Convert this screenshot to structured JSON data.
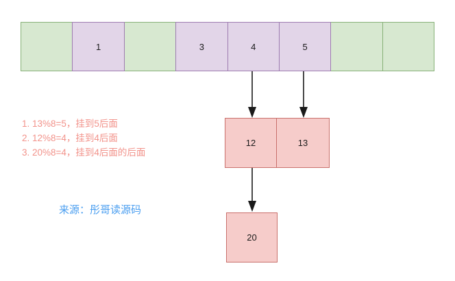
{
  "diagram": {
    "title": "HashMap hash collision chaining diagram",
    "colors": {
      "empty_cell_fill": "#d7e8d0",
      "empty_cell_border": "#86b077",
      "filled_cell_fill": "#e2d5e8",
      "filled_cell_border": "#9d7bb0",
      "node_fill": "#f6ccca",
      "node_border": "#c96f6b",
      "note_text": "#f2928a",
      "source_text": "#4a9ef0",
      "arrow": "#1a1a1a"
    },
    "array": {
      "cells": [
        {
          "index": 0,
          "label": "",
          "state": "empty"
        },
        {
          "index": 1,
          "label": "1",
          "state": "filled"
        },
        {
          "index": 2,
          "label": "",
          "state": "empty"
        },
        {
          "index": 3,
          "label": "3",
          "state": "filled"
        },
        {
          "index": 4,
          "label": "4",
          "state": "filled"
        },
        {
          "index": 5,
          "label": "5",
          "state": "filled"
        },
        {
          "index": 6,
          "label": "",
          "state": "empty"
        },
        {
          "index": 7,
          "label": "",
          "state": "empty"
        }
      ]
    },
    "nodes": [
      {
        "id": "node-12",
        "label": "12"
      },
      {
        "id": "node-13",
        "label": "13"
      },
      {
        "id": "node-20",
        "label": "20"
      }
    ],
    "arrows": [
      {
        "id": "arrow-4-to-12",
        "from": "array-cell-4",
        "to": "node-12",
        "direction": "down"
      },
      {
        "id": "arrow-5-to-13",
        "from": "array-cell-5",
        "to": "node-13",
        "direction": "down"
      },
      {
        "id": "arrow-12-to-20",
        "from": "node-12",
        "to": "node-20",
        "direction": "down"
      }
    ],
    "notes": [
      "1. 13%8=5，挂到5后面",
      "2. 12%8=4，挂到4后面",
      "3. 20%8=4，挂到4后面的后面"
    ],
    "source": "来源：彤哥读源码"
  }
}
